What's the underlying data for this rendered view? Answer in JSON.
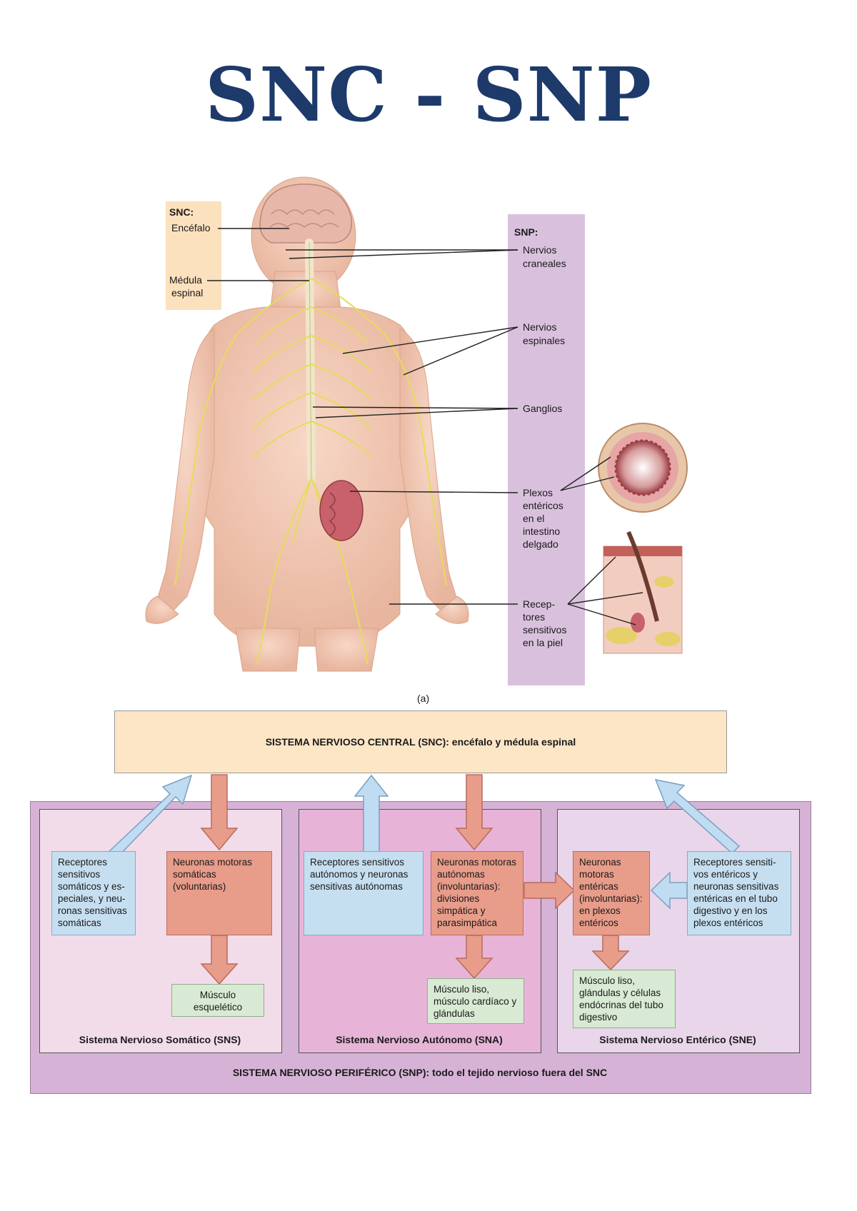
{
  "title": "SNC - SNP",
  "figure_a": {
    "snc": {
      "heading": "SNC:",
      "brain": "Encéfalo",
      "spinal_cord_line1": "Médula",
      "spinal_cord_line2": "espinal"
    },
    "snp": {
      "heading": "SNP:",
      "cranial": [
        "Nervios",
        "craneales"
      ],
      "spinal": [
        "Nervios",
        "espinales"
      ],
      "ganglia": [
        "Ganglios"
      ],
      "plexus": [
        "Plexos",
        "entéricos",
        "en el",
        "intestino",
        "delgado"
      ],
      "receptors": [
        "Recep-",
        "tores",
        "sensitivos",
        "en la piel"
      ]
    },
    "caption": "(a)"
  },
  "diagram": {
    "cns_box": "SISTEMA NERVIOSO CENTRAL (SNC): encéfalo y médula espinal",
    "pns_caption": "SISTEMA NERVIOSO PERIFÉRICO (SNP): todo el tejido nervioso fuera del SNC",
    "somatic": {
      "caption": "Sistema Nervioso Somático (SNS)",
      "sensory": "Receptores sensitivos somáticos y es-peciales, y neu-ronas sensitivas somáticas",
      "motor": "Neuronas motoras somáticas (voluntarias)",
      "effector": "Músculo esquelético"
    },
    "autonomic": {
      "caption": "Sistema Nervioso Autónomo (SNA)",
      "sensory": "Receptores sensitivos autónomos y neuronas sensitivas autónomas",
      "motor": "Neuronas motoras autónomas (involuntarias): divisiones simpática y parasimpática",
      "effector": "Músculo liso, músculo cardíaco y glándulas"
    },
    "enteric": {
      "caption": "Sistema Nervioso Entérico (SNE)",
      "sensory": "Receptores sensiti-vos entéricos y neuronas sensitivas entéricas en el tubo digestivo y en los plexos entéricos",
      "motor": "Neuronas motoras entéricas (involuntarias): en plexos entéricos",
      "effector": "Músculo liso, glándulas y células endócrinas del tubo digestivo"
    }
  }
}
